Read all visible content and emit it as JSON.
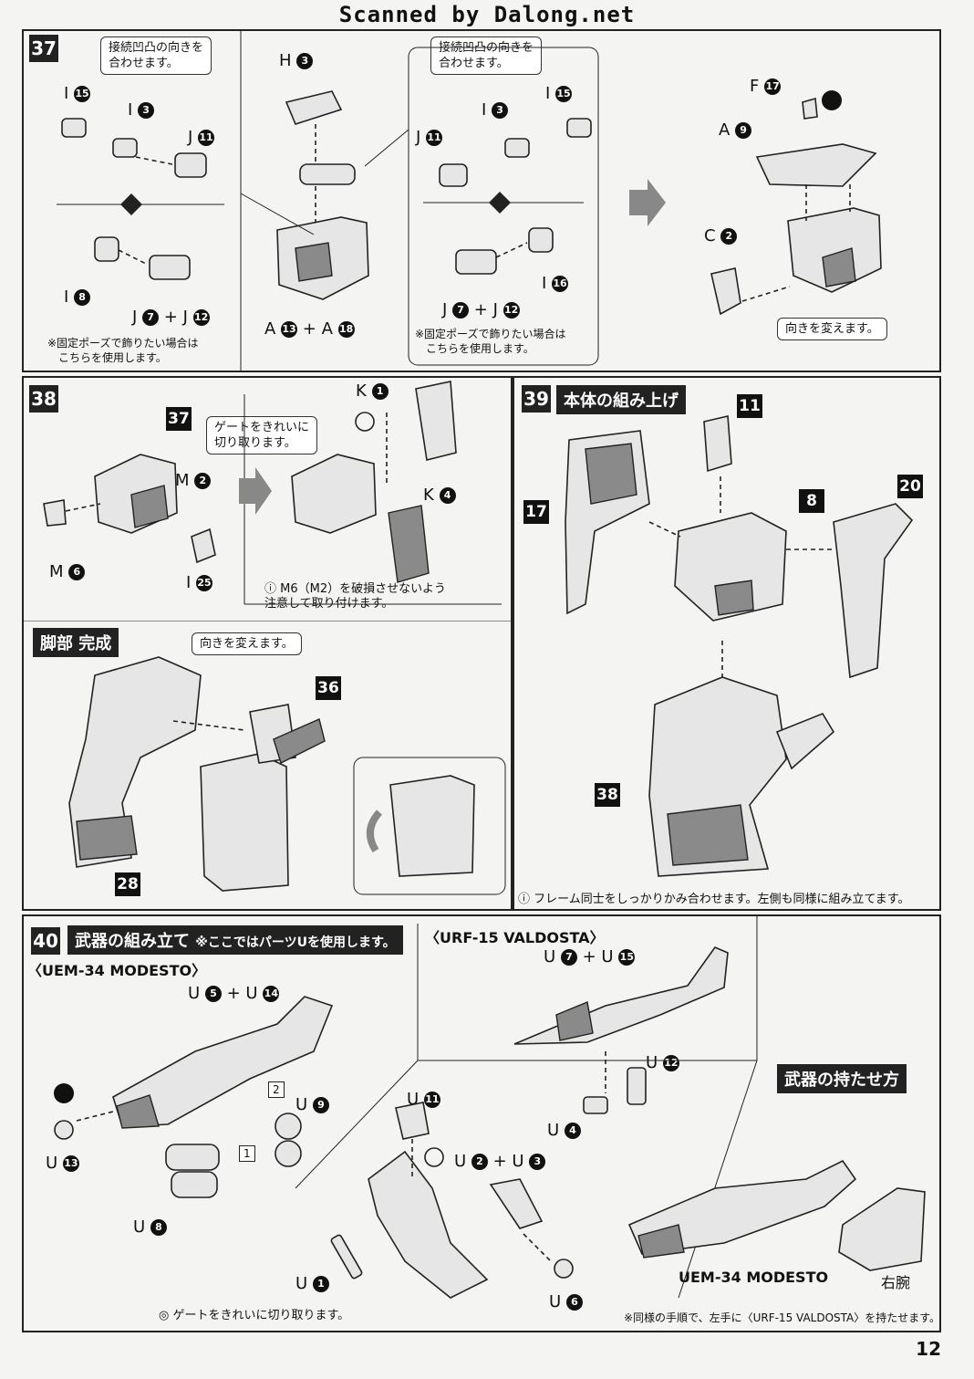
{
  "header": "Scanned by Dalong.net",
  "page_number": "12",
  "step37": {
    "num": "37",
    "note_a": "接続凹凸の向きを\n合わせます。",
    "note_b": "接続凹凸の向きを\n合わせます。",
    "fixed_a": "※固定ポーズで飾りたい場合は\n　こちらを使用します。",
    "fixed_b": "※固定ポーズで飾りたい場合は\n　こちらを使用します。",
    "turn": "向きを変えます。",
    "labels": {
      "i15a": "I",
      "i3a": "I",
      "j11a": "J",
      "i8": "I",
      "j7j12a": "J",
      "h3": "H",
      "a13a18": "A",
      "j11b": "J",
      "i3b": "I",
      "i15b": "I",
      "i16": "I",
      "j7j12b": "J",
      "f17": "F",
      "a9": "A",
      "c2": "C"
    },
    "nums": {
      "i15a": "15",
      "i3a": "3",
      "j11a": "11",
      "i8": "8",
      "j7": "7",
      "j12": "12",
      "h3": "3",
      "a13": "13",
      "a18": "18",
      "j11b": "11",
      "i3b": "3",
      "i15b": "15",
      "i16": "16",
      "j7b": "7",
      "j12b": "12",
      "f17": "17",
      "a9": "9",
      "c2": "2"
    }
  },
  "step38": {
    "num": "38",
    "ref37": "37",
    "gate": "ゲートをきれいに\n切り取ります。",
    "m2": "M",
    "m2n": "2",
    "m6": "M",
    "m6n": "6",
    "i25": "I",
    "i25n": "25",
    "k1": "K",
    "k1n": "1",
    "k4": "K",
    "k4n": "4",
    "caution": "M6（M2）を破損させないよう\n注意して取り付けます。"
  },
  "legs": {
    "title": "脚部 完成",
    "turn": "向きを変えます。",
    "ref36": "36",
    "ref28": "28"
  },
  "step39": {
    "num": "39",
    "title": "本体の組み上げ",
    "ref11": "11",
    "ref17": "17",
    "ref8": "8",
    "ref20": "20",
    "ref38": "38",
    "caution": "フレーム同士をしっかりかみ合わせます。左側も同様に組み立てます。"
  },
  "step40": {
    "num": "40",
    "title": "武器の組み立て",
    "subtitle": "※ここではパーツUを使用します。",
    "uem": "〈UEM-34 MODESTO〉",
    "urf": "〈URF-15 VALDOSTA〉",
    "hold_title": "武器の持たせ方",
    "hold_name": "UEM-34 MODESTO",
    "right_arm": "右腕",
    "hold_note": "※同様の手順で、左手に〈URF-15 VALDOSTA〉を持たせます。",
    "gate_note": "ゲートをきれいに切り取ります。",
    "order1": "1",
    "order2": "2",
    "u_labels": {
      "u5": "5",
      "u14": "14",
      "u9": "9",
      "u13": "13",
      "u8": "8",
      "u7": "7",
      "u15": "15",
      "u12": "12",
      "u4": "4",
      "u11": "11",
      "u2": "2",
      "u3": "3",
      "u1": "1",
      "u6": "6"
    }
  }
}
